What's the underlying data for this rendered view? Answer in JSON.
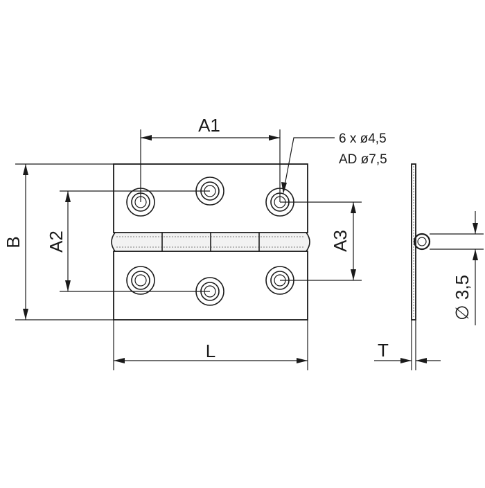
{
  "labels": {
    "A1": "A1",
    "A2": "A2",
    "A3": "A3",
    "B": "B",
    "L": "L",
    "T": "T",
    "hole_count": "6 x ø4,5",
    "countersink": "AD ø7,5",
    "pin_diameter": "∅ 3,5"
  },
  "holes": {
    "count": 6
  }
}
